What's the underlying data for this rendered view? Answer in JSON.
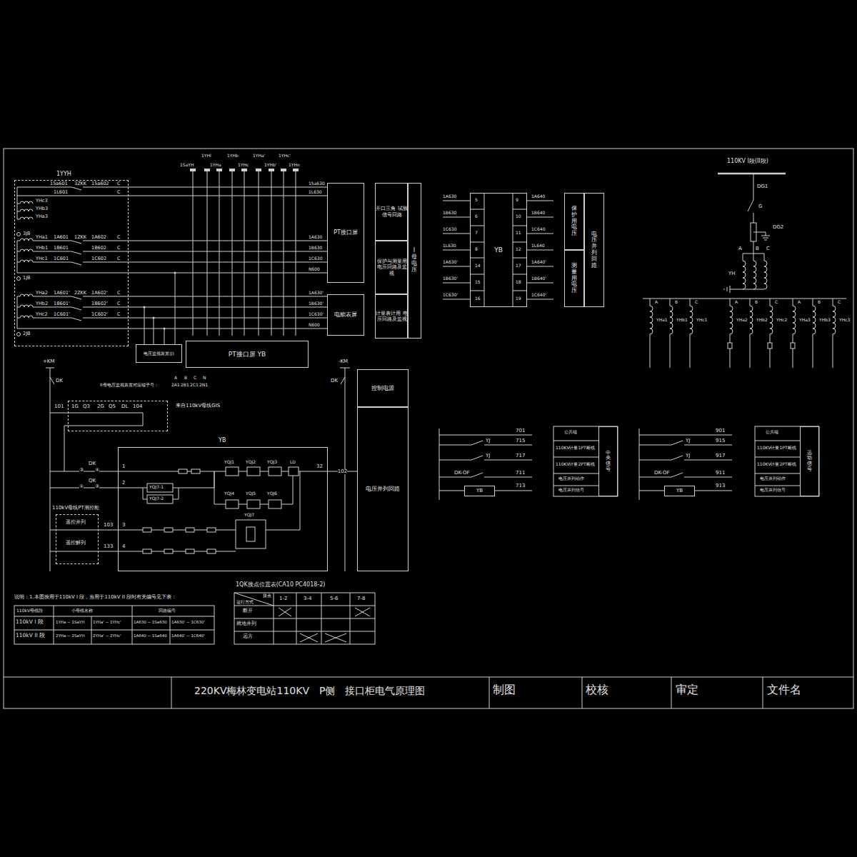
{
  "diagram": {
    "title": "220KV梅林变电站110KV　P侧　接口柜电气原理图",
    "nodes": [
      {
        "text": [
          "1YYH"
        ]
      },
      {
        "text": [
          "PT接口屏"
        ]
      },
      {
        "text": [
          "电能表屏"
        ]
      },
      {
        "text": [
          "开口三角 试验信号回路"
        ]
      },
      {
        "text": [
          "保护与测量用 电压回路及监视"
        ]
      },
      {
        "text": [
          "计量表计用 电压回路及监视"
        ]
      },
      {
        "text": [
          "I母电压"
        ]
      },
      {
        "text": [
          "电压监视装置(J)"
        ]
      },
      {
        "text": [
          "PT接口屏 YB"
        ]
      },
      {
        "text": [
          "YB"
        ]
      },
      {
        "text": [
          "保护用电压"
        ]
      },
      {
        "text": [
          "测量用电压"
        ]
      },
      {
        "text": [
          "电压并列回路"
        ]
      },
      {
        "text": [
          "来自110kV母线GIS"
        ]
      },
      {
        "text": [
          "YB"
        ]
      },
      {
        "text": [
          "110kV母线PT测控柜"
        ]
      },
      {
        "text": [
          "控制电源"
        ]
      },
      {
        "text": [
          "电压并列回路"
        ]
      },
      {
        "text": [
          "YB"
        ]
      },
      {
        "text": [
          "YB"
        ]
      },
      {
        "text": [
          "中央信号"
        ]
      },
      {
        "text": [
          "远动信号"
        ]
      }
    ],
    "edges": [
      {
        "from": 0,
        "to": 1,
        "arrow": "none"
      },
      {
        "from": 0,
        "to": 2,
        "arrow": "none"
      },
      {
        "from": 14,
        "to": 17,
        "arrow": "none",
        "label": "102"
      }
    ],
    "labels": [
      "15a601",
      "3ZKK",
      "15a602",
      "C",
      "1L601",
      "C",
      "YHc3",
      "YHb3",
      "YHa3",
      "3JB",
      "YHa1",
      "1A601",
      "1ZKK",
      "1A602",
      "C",
      "YHb1",
      "1B601",
      "1B602",
      "C",
      "YHc1",
      "1C601",
      "1C602",
      "C",
      "1JB",
      "YHa2",
      "1A601'",
      "2ZKK",
      "1A602'",
      "C",
      "YHb2",
      "1B601'",
      "1B602'",
      "C",
      "YHc2",
      "1C601'",
      "1C602'",
      "C",
      "2JB",
      "1YHl",
      "1YHb",
      "1YHa'",
      "1YHc'",
      "1SaYH",
      "1YHa",
      "1YHc",
      "1YHb'",
      "1YHn",
      "15a630",
      "1L630",
      "1A630",
      "1B630",
      "1C630",
      "N600",
      "1A630'",
      "1B630'",
      "1C630'",
      "N600",
      "II母电压监视装置对应端子号：",
      "A",
      "B",
      "C",
      "N",
      "2A1",
      "2B1",
      "2C1",
      "2N1",
      "+KM",
      "DK",
      "101",
      "1G",
      "Q3",
      "2G",
      "Q5",
      "DL",
      "104",
      "-KM",
      "DK",
      "DK",
      "③",
      "④",
      "QK",
      "①",
      "②",
      "1",
      "2",
      "3",
      "4",
      "YQJ1",
      "YQJ2",
      "YQJ3",
      "LD",
      "YQJ4",
      "YQJ5",
      "YQJ6",
      "YQJ7-1",
      "YQJ7-2",
      "YQJ7",
      "103",
      "133",
      "遥控并列",
      "遥控解列",
      "32",
      "说明：1.本图按用于110kV I 段，当用于110kV II 段时有关编号见下表：",
      "110kV母线段",
      "小母线名称",
      "回路编号",
      "110kV I 段",
      "1YHa ~ 1SaYH",
      "1YHa' ~ 1YHc'",
      "1A630 ~ 1Sa630",
      "1A630' ~ 1C630'",
      "110kV II 段",
      "2YHa ~ 2SaYH",
      "2YHa' ~ 2YHc'",
      "1A640 ~ 1Sa640",
      "1A640' ~ 1C640'",
      "1QK接点位置表(CA10 PC4018-2)",
      "运行方式",
      "接点",
      "1-2",
      "3-4",
      "5-6",
      "7-8",
      "断开",
      "就地并列",
      "远方",
      "5",
      "6",
      "7",
      "8",
      "14",
      "15",
      "16",
      "9",
      "10",
      "11",
      "12",
      "17",
      "18",
      "19",
      "1A630",
      "1B630",
      "1C630",
      "1L630",
      "1A630'",
      "1B630'",
      "1C630'",
      "1A640",
      "1B640",
      "1C640",
      "1L640",
      "1A640'",
      "1B640'",
      "1C640'",
      "110KV I段(II段)",
      "DG1",
      "G",
      "DG2",
      "A",
      "B",
      "C",
      "YH",
      "A",
      "B",
      "C",
      "YHa1",
      "YHb1",
      "YHc1",
      "A",
      "B",
      "C",
      "YHa2",
      "YHb2",
      "YHc2",
      "A",
      "B",
      "C",
      "YHa3",
      "YHb3",
      "YHc3",
      "701",
      "715",
      "717",
      "711",
      "713",
      "YJ",
      "YJ",
      "DK-OF",
      "901",
      "915",
      "917",
      "911",
      "913",
      "YJ",
      "YJ",
      "DK-OF",
      "公共端",
      "110KV计量1PT断线",
      "110KV计量2PT断线",
      "电压并列动作",
      "电压并列信号",
      "公共端",
      "110KV计量1PT断线",
      "110KV计量2PT断线",
      "电压并列动作",
      "电压并列信号",
      "制图",
      "校核",
      "审定",
      "文件名"
    ]
  }
}
